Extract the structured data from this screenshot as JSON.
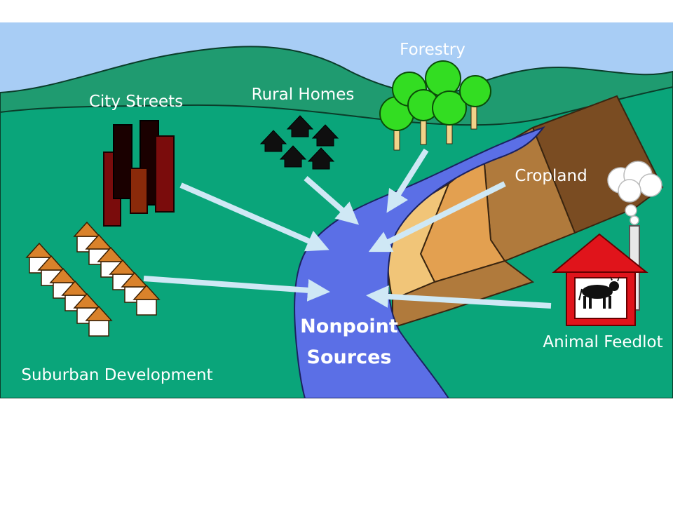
{
  "title": "Nonpoint Sources",
  "title_lines": [
    "Nonpoint",
    "Sources"
  ],
  "sources": {
    "city_streets": "City Streets",
    "rural_homes": "Rural Homes",
    "forestry": "Forestry",
    "cropland": "Cropland",
    "suburban_development": "Suburban Development",
    "animal_feedlot": "Animal Feedlot"
  },
  "colors": {
    "sky": "#a8cdf5",
    "hills_back": "#1f9b70",
    "ground": "#0aa57a",
    "river": "#5b6fe6",
    "arrows": "#cfe8f5",
    "crop_light": "#f1c578",
    "crop_mid": "#e3a050",
    "crop_dark": "#b07a3c",
    "crop_darkest": "#7a4c22",
    "barn_red": "#e0141b",
    "building_dark": "#7a0c0c",
    "tree_green": "#33dd22"
  }
}
